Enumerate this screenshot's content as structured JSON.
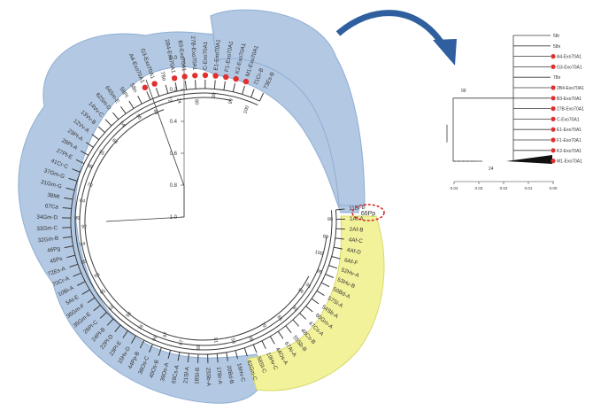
{
  "colors": {
    "blue_clade": "#b3c8e2",
    "yellow_clade": "#f2f29a",
    "tree_line": "#3a3a3a",
    "marker_red": "#e03030",
    "arrow": "#2f5f9e",
    "highlight_ring": "#d42a2a"
  },
  "circular_tree": {
    "highlighted_taxon": "66Pp",
    "scale_ticks": [
      "0.0",
      "0.2",
      "0.4",
      "0.6",
      "0.8",
      "1.0"
    ],
    "leaves": [
      {
        "label": "11Bi-B"
      },
      {
        "label": "1Af-A"
      },
      {
        "label": "2Af-B"
      },
      {
        "label": "4Af-C"
      },
      {
        "label": "4Af-D"
      },
      {
        "label": "6Af-F"
      },
      {
        "label": "52Hv-A"
      },
      {
        "label": "53Hv-B"
      },
      {
        "label": "50Bd-A"
      },
      {
        "label": "57Sl-A"
      },
      {
        "label": "54Sb-A"
      },
      {
        "label": "60Gm-A"
      },
      {
        "label": "47Cs-A"
      },
      {
        "label": "48Cs-B"
      },
      {
        "label": "55Sb-B"
      },
      {
        "label": "67Ai-A"
      },
      {
        "label": "44Os-A"
      },
      {
        "label": "19Hv-C"
      },
      {
        "label": "58Sl-C"
      },
      {
        "label": "62Gm-C"
      },
      {
        "label": "16Hv-C"
      },
      {
        "label": "20Bd-B"
      },
      {
        "label": "17Br-A"
      },
      {
        "label": "25Sb-A"
      },
      {
        "label": "18Sl-B"
      },
      {
        "label": "21Sl-A"
      },
      {
        "label": "69Cs-A"
      },
      {
        "label": "39Os-A"
      },
      {
        "label": "40Os-B"
      },
      {
        "label": "38Os-C"
      },
      {
        "label": "44Pp-B"
      },
      {
        "label": "15Hv-D"
      },
      {
        "label": "23Pl-E"
      },
      {
        "label": "22Pl-D"
      },
      {
        "label": "24Pl-B"
      },
      {
        "label": "26Pl-C"
      },
      {
        "label": "35Gm-E"
      },
      {
        "label": "36Gm-F"
      },
      {
        "label": "5At-E"
      },
      {
        "label": "10Bi-A"
      },
      {
        "label": "70Cr-A"
      },
      {
        "label": "72Es-A"
      },
      {
        "label": "45Ps"
      },
      {
        "label": "46Pg"
      },
      {
        "label": "32Gm-B"
      },
      {
        "label": "33Gm-C"
      },
      {
        "label": "34Gm-D"
      },
      {
        "label": "67Ca"
      },
      {
        "label": "38Mt"
      },
      {
        "label": "31Gm-G"
      },
      {
        "label": "37Gm-G"
      },
      {
        "label": "41Cr-C"
      },
      {
        "label": "27Pt-E"
      },
      {
        "label": "28Pt-A"
      },
      {
        "label": "29Pt-A"
      },
      {
        "label": "12Vv-A"
      },
      {
        "label": "13Vv-B"
      },
      {
        "label": "14Vv-C"
      },
      {
        "label": "62Sm-D"
      },
      {
        "label": "64Sm-E"
      },
      {
        "label": "58Pl",
        "marker": false
      },
      {
        "label": "58n",
        "marker": false
      },
      {
        "label": "A4-Exo70A1",
        "marker": true
      },
      {
        "label": "G3-Exo70A1",
        "marker": true
      },
      {
        "label": "78o",
        "marker": false
      },
      {
        "label": "2B4-Exo70A1",
        "marker": true
      },
      {
        "label": "B3-Exo70A1",
        "marker": true
      },
      {
        "label": "27B-Exo70A1",
        "marker": true
      },
      {
        "label": "C-Exo70A1",
        "marker": true
      },
      {
        "label": "E1-Exo70A1",
        "marker": true
      },
      {
        "label": "F1-Exo70A1",
        "marker": true
      },
      {
        "label": "K2-Exo70A1",
        "marker": true
      },
      {
        "label": "M1-Exo70A1",
        "marker": true
      },
      {
        "label": "71Cr-B"
      },
      {
        "label": "73Es-B"
      }
    ],
    "bootstrap_labels": [
      "99",
      "99",
      "100",
      "95",
      "91",
      "96",
      "92",
      "86",
      "79",
      "98",
      "58",
      "81",
      "59",
      "67",
      "97",
      "99",
      "76",
      "94",
      "62",
      "95",
      "93",
      "85",
      "94",
      "92",
      "99",
      "84",
      "70",
      "98",
      "95",
      "69",
      "54",
      "96",
      "43",
      "72",
      "24",
      "80",
      "30",
      "99",
      "100"
    ]
  },
  "inset_tree": {
    "leaves": [
      {
        "label": "58r",
        "marker": false
      },
      {
        "label": "58n",
        "marker": false
      },
      {
        "label": "A4-Exo70A1",
        "marker": true
      },
      {
        "label": "G3-Exo70A1",
        "marker": true
      },
      {
        "label": "78o",
        "marker": false
      },
      {
        "label": "2B4-Exo70A1",
        "marker": true
      },
      {
        "label": "B3-Exo70A1",
        "marker": true
      },
      {
        "label": "27B-Exo70A1",
        "marker": true
      },
      {
        "label": "C-Exo70A1",
        "marker": true
      },
      {
        "label": "E1-Exo70A1",
        "marker": true
      },
      {
        "label": "F1-Exo70A1",
        "marker": true
      },
      {
        "label": "K2-Exo70A1",
        "marker": true
      },
      {
        "label": "M1-Exo70A1",
        "marker": true
      }
    ],
    "node_label": "99",
    "collapsed_label": "24",
    "axis_ticks": [
      "0.04",
      "0.03",
      "0.02",
      "0.01",
      "0.00"
    ]
  }
}
